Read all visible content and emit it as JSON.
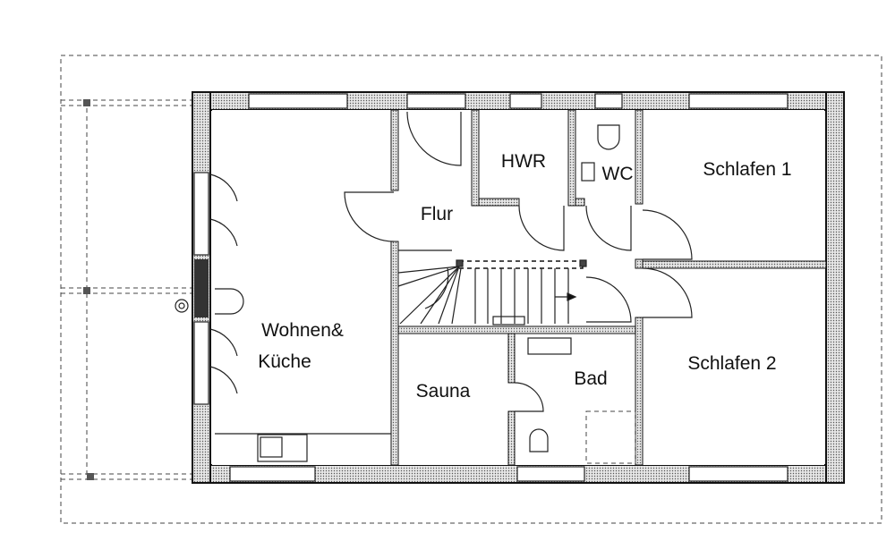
{
  "rooms": {
    "hwr": "HWR",
    "wc": "WC",
    "flur": "Flur",
    "schlafen1": "Schlafen 1",
    "wohnen": "Wohnen&",
    "kueche": "Küche",
    "sauna": "Sauna",
    "bad": "Bad",
    "schlafen2": "Schlafen 2"
  },
  "colors": {
    "wall_fill": "#d8d8d8",
    "line": "#111111"
  }
}
